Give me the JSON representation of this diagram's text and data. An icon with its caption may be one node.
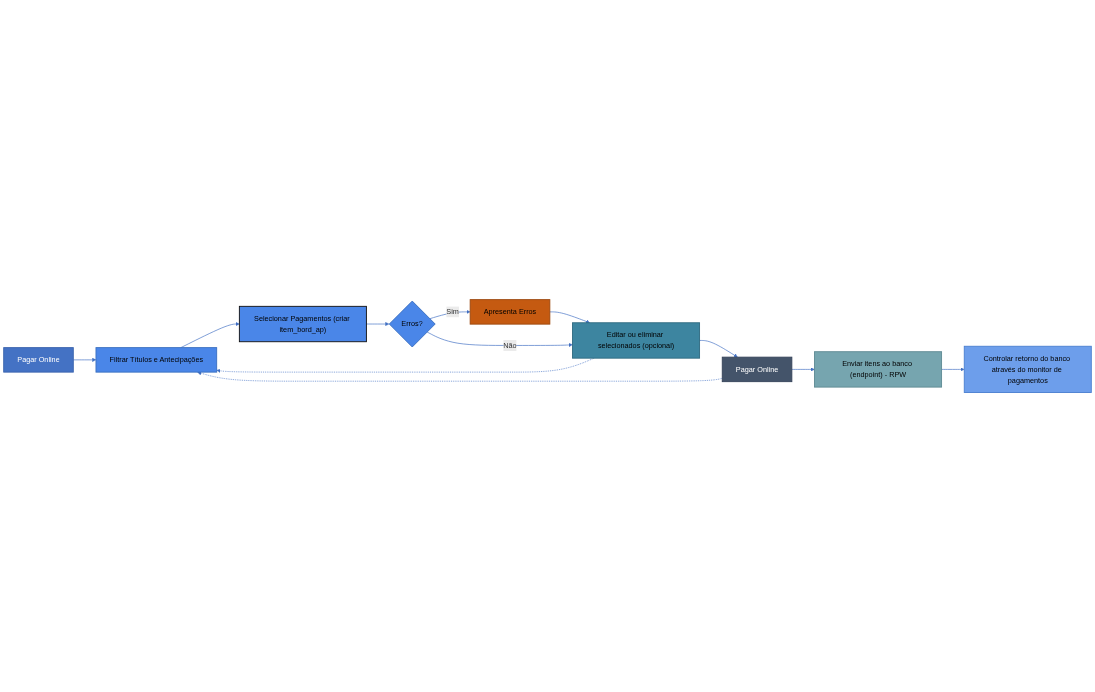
{
  "diagram": {
    "nodes": [
      {
        "text": [
          "Pagar Online"
        ]
      },
      {
        "text": [
          "Filtrar Títulos e Antecipações"
        ]
      },
      {
        "text": [
          "Selecionar Pagamentos (criar item_bord_ap)"
        ]
      },
      {
        "text": [
          "Apresenta Erros"
        ]
      },
      {
        "text": [
          "Erros?"
        ]
      },
      {
        "text": [
          "Editar ou eliminar selecionados (opcional)"
        ]
      },
      {
        "text": [
          "Pagar Online"
        ]
      },
      {
        "text": [
          "Enviar itens ao banco (endpoint) - RPW"
        ]
      },
      {
        "text": [
          "Controlar retorno do banco através do monitor de pagamentos"
        ]
      }
    ],
    "edges": [
      {
        "from": 0,
        "to": 1,
        "arrow": "to"
      },
      {
        "from": 1,
        "to": 2,
        "arrow": "to"
      },
      {
        "from": 2,
        "to": 4,
        "arrow": "to"
      },
      {
        "from": 4,
        "to": 3,
        "arrow": "to",
        "label": "Sim"
      },
      {
        "from": 3,
        "to": 5,
        "arrow": "to"
      },
      {
        "from": 4,
        "to": 5,
        "arrow": "to",
        "label": "Não"
      },
      {
        "from": 5,
        "to": 6,
        "arrow": "to"
      },
      {
        "from": 6,
        "to": 7,
        "arrow": "to"
      },
      {
        "from": 7,
        "to": 8,
        "arrow": "to"
      },
      {
        "from": 5,
        "to": 1,
        "arrow": "to",
        "style": "dashed"
      },
      {
        "from": 6,
        "to": 1,
        "arrow": "to",
        "style": "dashed"
      }
    ]
  }
}
